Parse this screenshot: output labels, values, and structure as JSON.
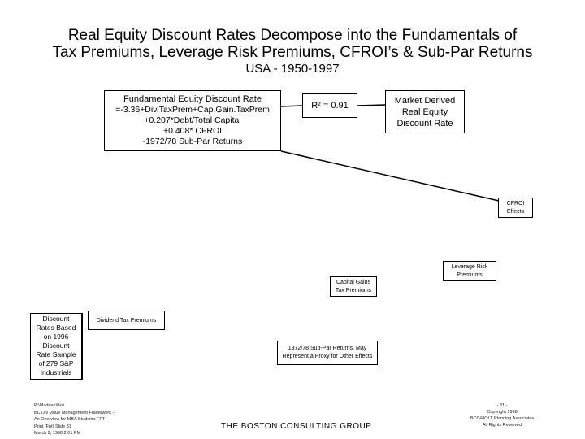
{
  "title": {
    "line1": "Real Equity Discount Rates Decompose into the Fundamentals of",
    "line2": "Tax Premiums, Leverage Risk Premiums, CFROI’s & Sub-Par Returns",
    "subtitle": "USA - 1950-1997"
  },
  "formula_box": {
    "heading": "Fundamental Equity Discount Rate",
    "lines": [
      "=-3.36+Div.TaxPrem+Cap.Gain.TaxPrem",
      "+0.207*Debt/Total Capital",
      "+0.408* CFROI",
      "-1972/78 Sub-Par Returns"
    ]
  },
  "r2_box": {
    "label": "R² = 0.91"
  },
  "market_box": {
    "lines": [
      "Market Derived",
      "Real Equity",
      "Discount Rate"
    ]
  },
  "effect_boxes": {
    "cfroi": [
      "CFROI",
      "Effects"
    ],
    "leverage": [
      "Leverage Risk",
      "Premiums"
    ],
    "capital_gains": [
      "Capital Gains",
      "Tax Premiums"
    ],
    "dividend": "Dividend Tax Premiums",
    "subpar": [
      "1972/78 Sub-Par Returns, May",
      "Represent a Proxy for Other Effects"
    ]
  },
  "discount_box": {
    "lines": [
      "Discount",
      "Rates Based",
      "on 1996",
      "Discount",
      "Rate Sample",
      "of 279 S&P",
      "Industrials"
    ]
  },
  "footer_left": {
    "lines": [
      "P:\\Madden\\Boli",
      "BC Div Value Management Framework -",
      "An Overview for MBA Students FFT",
      "Print (Fpt) Slide 31",
      "March 2, 1998 2:01 PM"
    ]
  },
  "footer_center": "THE BOSTON CONSULTING GROUP",
  "footer_right": {
    "lines": [
      "- 31 -",
      "Copyright 1998",
      "BCG/HOLT Planning Associates",
      "All Rights Reserved"
    ]
  }
}
